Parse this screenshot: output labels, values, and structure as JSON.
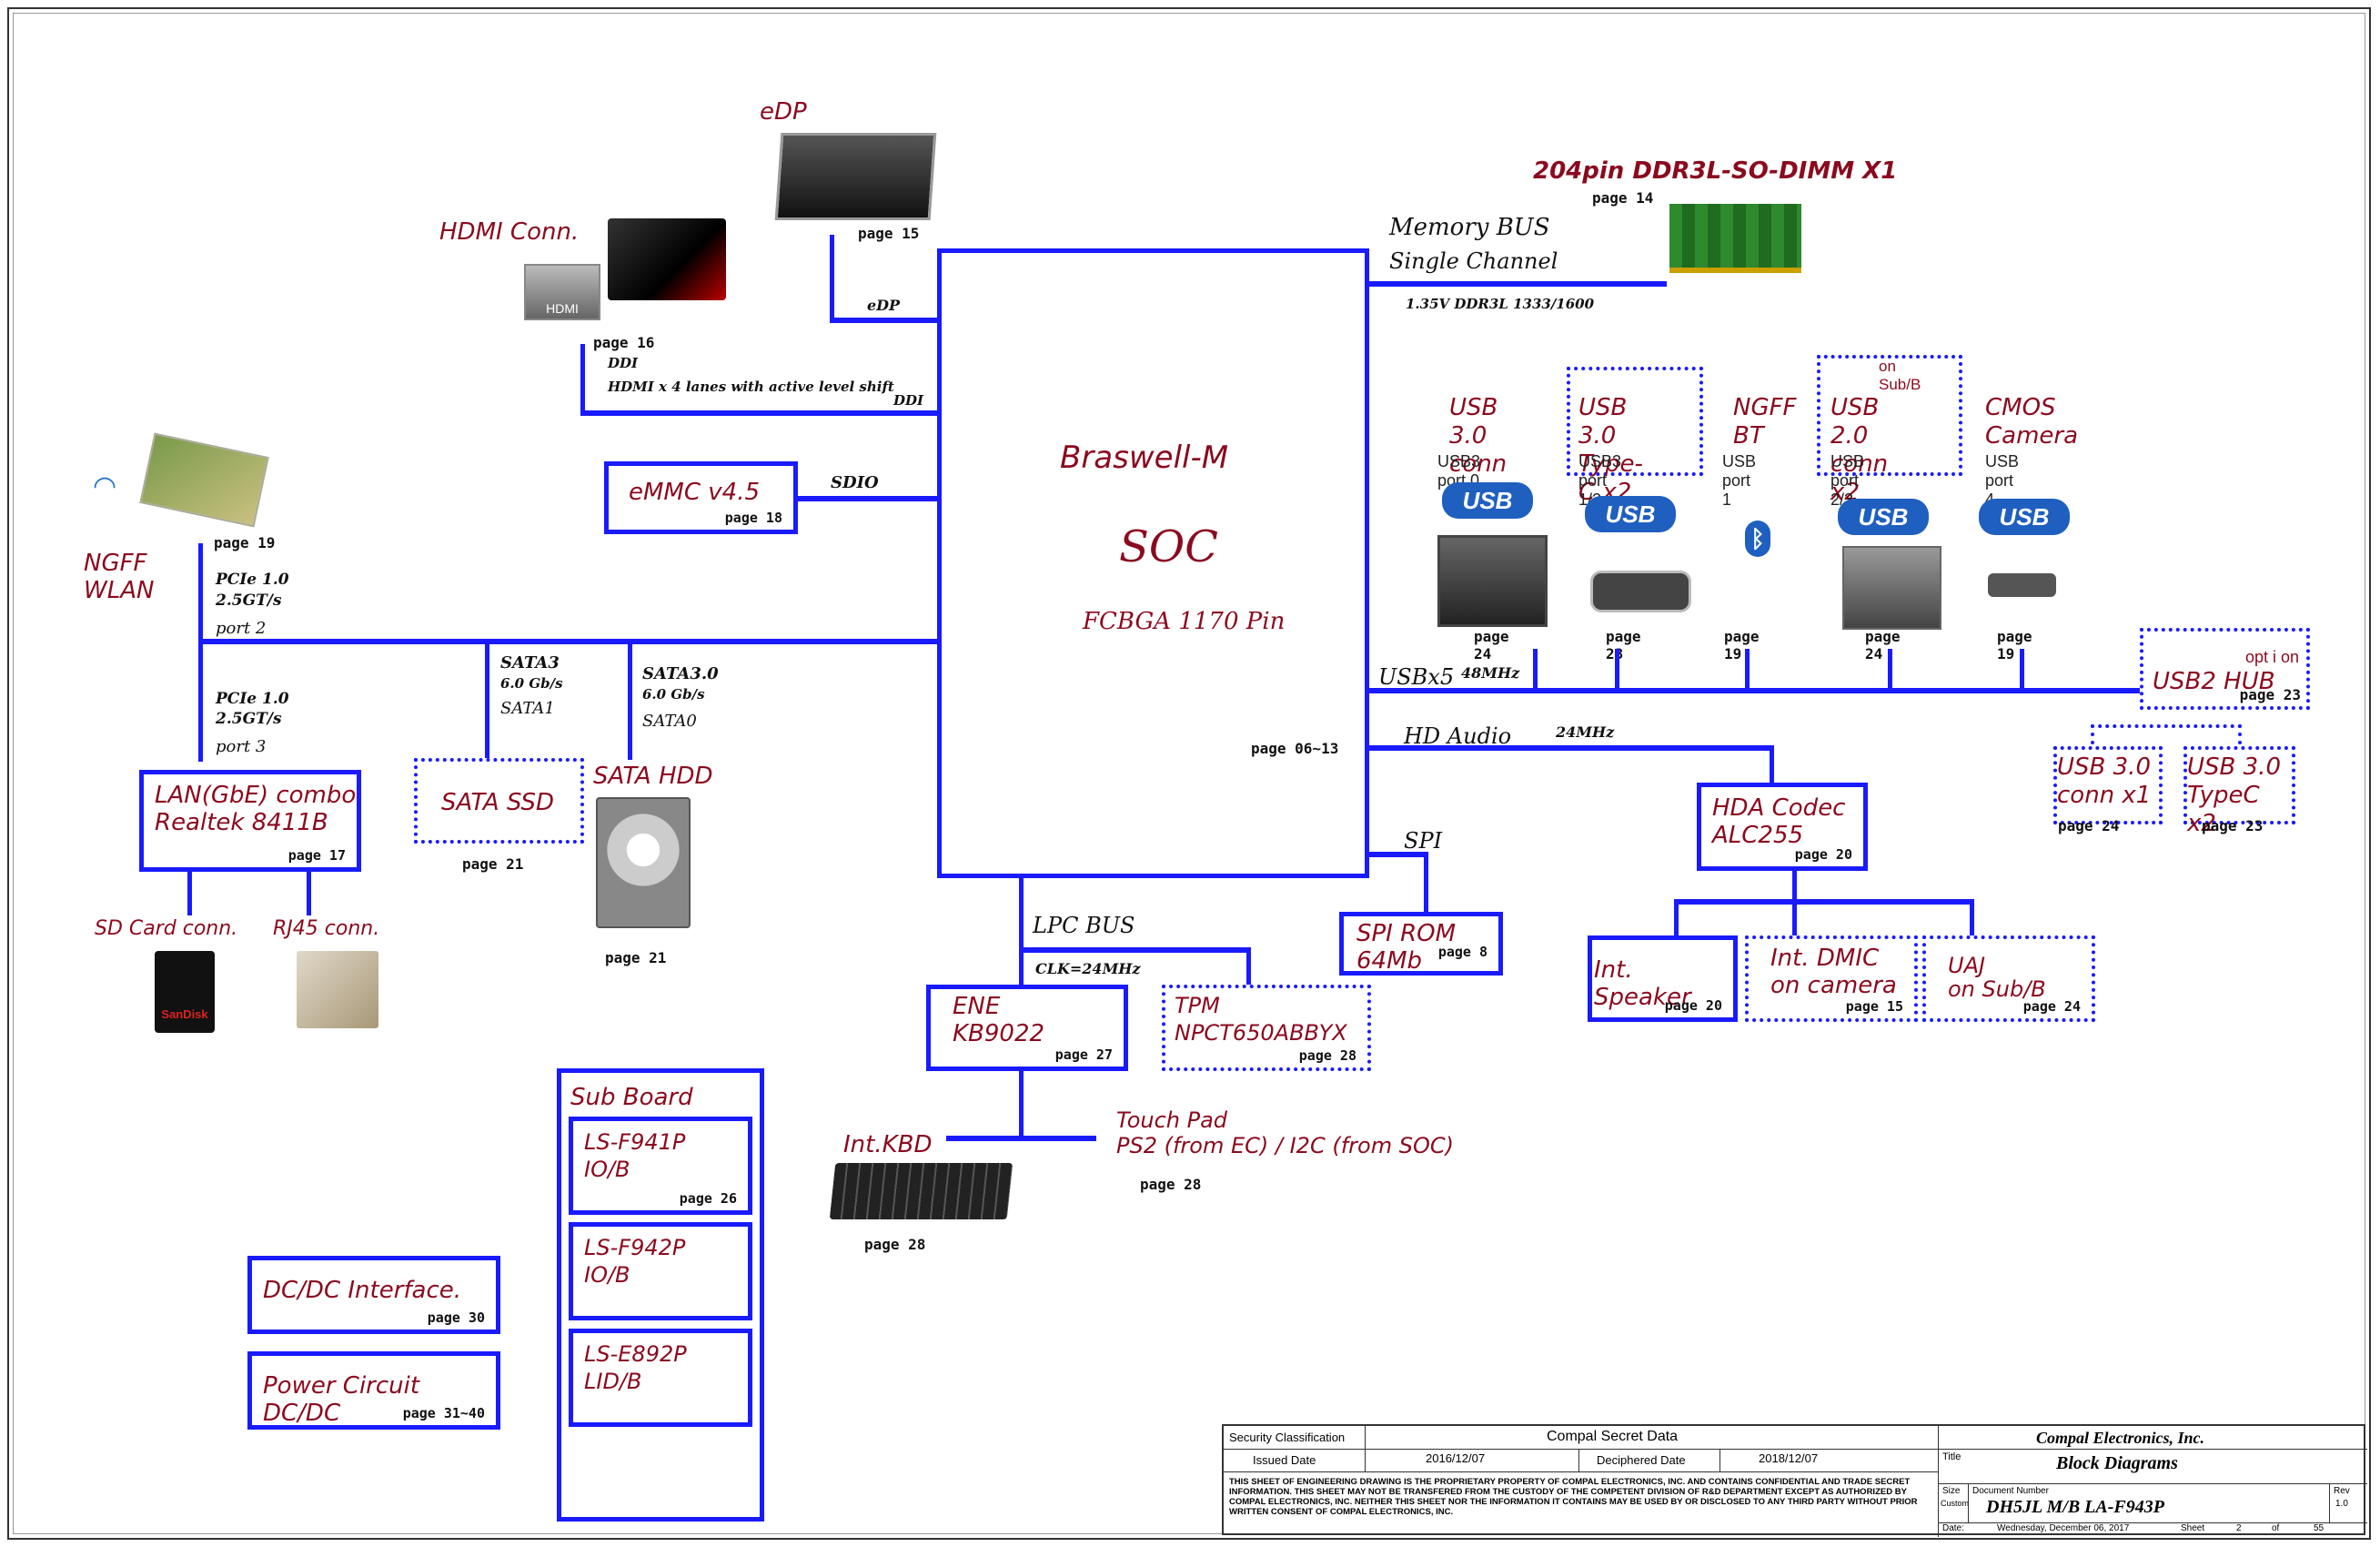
{
  "soc": {
    "brand": "Braswell-M",
    "name": "SOC",
    "package": "FCBGA 1170 Pin",
    "page": "page 06~13"
  },
  "edp": {
    "label": "eDP",
    "page": "page 15",
    "bus": "eDP"
  },
  "hdmi": {
    "label": "HDMI Conn.",
    "page": "page 16",
    "bus1": "DDI",
    "bus2": "HDMI x 4 lanes with active level shift",
    "bus3": "DDI",
    "logo": "HDMI"
  },
  "memory": {
    "title": "204pin DDR3L-SO-DIMM X1",
    "page": "page 14",
    "bus": "Memory BUS",
    "channel": "Single Channel",
    "spec": "1.35V DDR3L 1333/1600"
  },
  "emmc": {
    "label": "eMMC v4.5",
    "page": "page 18",
    "bus": "SDIO"
  },
  "wlan": {
    "label": "NGFF\nWLAN",
    "page": "page 19",
    "bus1": "PCIe 1.0",
    "bus2": "2.5GT/s",
    "port": "port 2"
  },
  "lan": {
    "label": "LAN(GbE) combo\nRealtek 8411B",
    "page": "page 17",
    "bus1": "PCIe 1.0",
    "bus2": "2.5GT/s",
    "port": "port 3"
  },
  "sata_ssd": {
    "label": "SATA  SSD",
    "page": "page 21",
    "bus1": "SATA3",
    "bus2": "6.0 Gb/s",
    "bus3": "SATA1"
  },
  "sata_hdd": {
    "label": "SATA  HDD",
    "page": "page 21",
    "bus1": "SATA3.0",
    "bus2": "6.0 Gb/s",
    "bus3": "SATA0"
  },
  "sd": {
    "label": "SD Card conn.",
    "img_text": "SanDisk"
  },
  "rj45": {
    "label": "RJ45 conn."
  },
  "usb_blocks": [
    {
      "title": "USB 3.0\nconn  x1",
      "sub": "USB3 port 0",
      "page": "page  24",
      "top": "",
      "logo": "USB"
    },
    {
      "title": "USB 3.0\nType-C  x2",
      "sub": "USB3 port 1/2",
      "page": "page  23",
      "top": "",
      "logo": "USB"
    },
    {
      "title": "NGFF\nBT",
      "sub": "USB port 1",
      "page": "page  19",
      "top": "",
      "logo": "ᛒ"
    },
    {
      "title": "USB 2.0\nconn  x2",
      "sub": "USB port 2/3",
      "page": "page  24",
      "top": "on Sub/B",
      "logo": "USB"
    },
    {
      "title": "CMOS\nCamera",
      "sub": "USB port 4",
      "page": "page  19",
      "top": "",
      "logo": "USB"
    }
  ],
  "usb_bus": {
    "label": "USBx5",
    "clk": "48MHz"
  },
  "usb_hub": {
    "label": "USB2 HUB",
    "option": "opt i on",
    "page": "page 23"
  },
  "hub_children": [
    {
      "label": "USB 3.0\nconn  x1",
      "page": "page  24"
    },
    {
      "label": "USB 3.0\nTypeC x2",
      "page": "page  23"
    }
  ],
  "audio": {
    "bus": "HD Audio",
    "clk": "24MHz",
    "codec": "HDA Codec\nALC255",
    "page": "page  20"
  },
  "audio_children": [
    {
      "label": "Int. Speaker",
      "page": "page  20"
    },
    {
      "label": "Int. DMIC\non camera",
      "page": "page  15"
    },
    {
      "label": "UAJ\non Sub/B",
      "page": "page  24"
    }
  ],
  "spi": {
    "bus": "SPI",
    "label": "SPI ROM\n64Mb",
    "page": "page  8"
  },
  "lpc": {
    "bus": "LPC BUS",
    "clk": "CLK=24MHz"
  },
  "ene": {
    "label": "ENE\nKB9022",
    "page": "page  27"
  },
  "tpm": {
    "label": "TPM\nNPCT650ABBYX",
    "page": "page  28"
  },
  "kbd": {
    "label": "Int.KBD",
    "page": "page  28"
  },
  "touchpad": {
    "label": "Touch Pad\nPS2 (from EC) / I2C (from SOC)",
    "page": "page  28"
  },
  "sub_board": {
    "title": "Sub Board",
    "items": [
      {
        "label": "LS-F941P\nIO/B",
        "page": "page  26"
      },
      {
        "label": "LS-F942P\nIO/B",
        "page": ""
      },
      {
        "label": "LS-E892P\nLID/B",
        "page": ""
      }
    ]
  },
  "dcdc": {
    "label": "DC/DC Interface.",
    "page": "page  30"
  },
  "power": {
    "label": "Power Circuit DC/DC",
    "page": "page  31~40"
  },
  "title_block": {
    "sec_label": "Security  Classification",
    "sec_value": "Compal Secret Data",
    "issued_label": "Issued Date",
    "issued_date": "2016/12/07",
    "deciphered_label": "Deciphered Date",
    "deciphered_date": "2018/12/07",
    "notice": "THIS SHEET OF ENGINEERING DRAWING IS THE PROPRIETARY PROPERTY OF COMPAL ELECTRONICS, INC. AND CONTAINS CONFIDENTIAL AND TRADE SECRET INFORMATION. THIS SHEET MAY NOT BE TRANSFERED FROM THE CUSTODY OF THE COMPETENT DIVISION OF R&D DEPARTMENT EXCEPT AS AUTHORIZED BY COMPAL ELECTRONICS, INC. NEITHER THIS SHEET NOR THE INFORMATION IT CONTAINS MAY BE USED BY OR DISCLOSED TO ANY THIRD PARTY WITHOUT PRIOR WRITTEN CONSENT OF COMPAL ELECTRONICS, INC.",
    "company": "Compal Electronics, Inc.",
    "title_label": "Title",
    "title": "Block Diagrams",
    "size_label": "Size",
    "doc_label": "Document Number",
    "doc": "DH5JL M/B LA-F943P",
    "rev_label": "Rev",
    "rev": "1.0",
    "date_label": "Date:",
    "date": "Wednesday, December 06, 2017",
    "sheet_label": "Sheet",
    "sheet": "2",
    "of_label": "of",
    "of": "55",
    "custom": "Custom"
  }
}
